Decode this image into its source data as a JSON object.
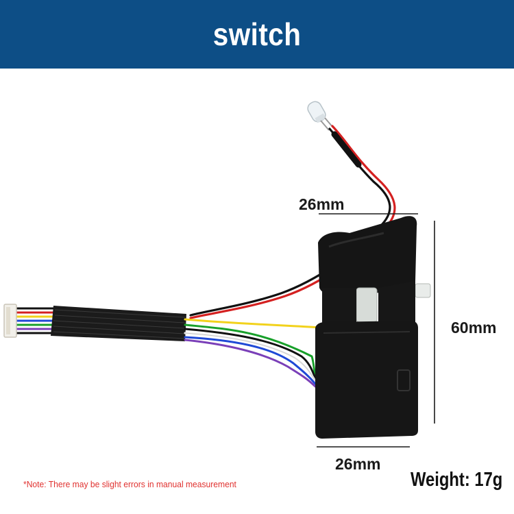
{
  "header": {
    "title": "switch",
    "background_color": "#0d4e86"
  },
  "dimensions": {
    "top_width": "26mm",
    "height": "60mm",
    "bottom_width": "26mm"
  },
  "footer": {
    "note": "*Note: There may be slight errors in manual measurement",
    "weight": "Weight: 17g",
    "note_color": "#e0312f"
  },
  "photo": {
    "subject": "trigger-switch-with-wires",
    "wire_colors": [
      "#d02020",
      "#111111",
      "#1f49d6",
      "#18a02a",
      "#f2d21c",
      "#e8e8e8",
      "#7a3fb8"
    ]
  }
}
